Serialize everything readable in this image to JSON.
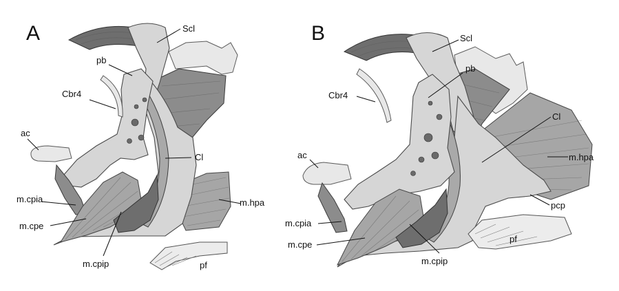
{
  "panels": {
    "A": {
      "letter": "A",
      "labels": {
        "scl": "Scl",
        "pb": "pb",
        "cbr4": "Cbr4",
        "ac": "ac",
        "cl": "Cl",
        "m_cpia": "m.cpia",
        "m_hpa": "m.hpa",
        "m_cpe": "m.cpe",
        "m_cpip": "m.cpip",
        "pf": "pf"
      }
    },
    "B": {
      "letter": "B",
      "labels": {
        "scl": "Scl",
        "pb": "pb",
        "cbr4": "Cbr4",
        "cl": "Cl",
        "ac": "ac",
        "m_hpa": "m.hpa",
        "pcp": "pcp",
        "m_cpia": "m.cpia",
        "pf": "pf",
        "m_cpe": "m.cpe",
        "m_cpip": "m.cpip"
      }
    }
  },
  "colors": {
    "bone": "#d6d6d6",
    "muscle": "#8c8c8c",
    "ink": "#111111",
    "background": "#ffffff"
  }
}
